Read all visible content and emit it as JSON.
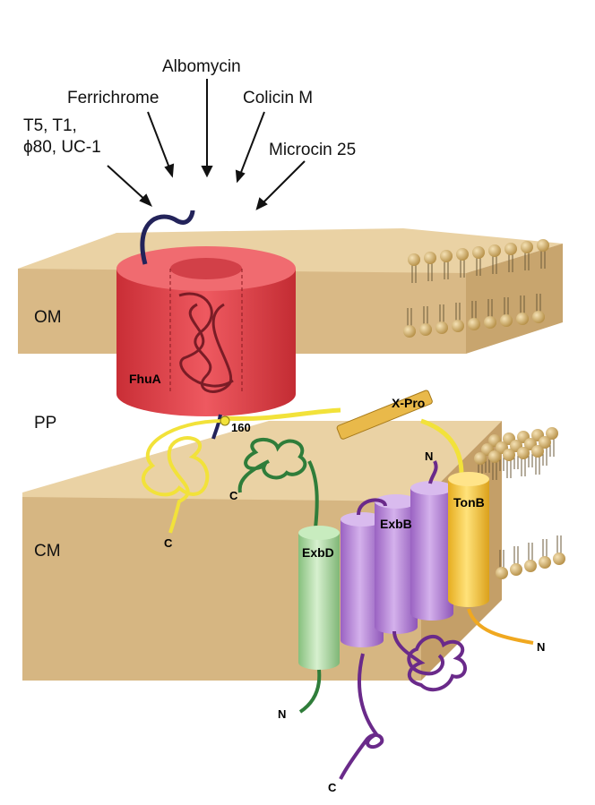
{
  "ligands": {
    "phages": [
      "T5, T1,",
      "ϕ80, UC-1"
    ],
    "ferrichrome": "Ferrichrome",
    "albomycin": "Albomycin",
    "colicin_m": "Colicin M",
    "microcin": "Microcin 25"
  },
  "regions": {
    "om": "OM",
    "pp": "PP",
    "cm": "CM"
  },
  "proteins": {
    "fhua": "FhuA",
    "xpro": "X-Pro",
    "tonb": "TonB",
    "exbb": "ExbB",
    "exbd": "ExbD"
  },
  "termini": {
    "residue_160": "160",
    "tonb_c": "C",
    "exbd_c": "C",
    "tonb_n": "N",
    "tonb_n_bottom": "N",
    "exbd_n": "N",
    "exbb_c": "C"
  },
  "colors": {
    "membrane_top": "#e8cfa0",
    "membrane_front": "#d8b783",
    "membrane_side": "#c7a36b",
    "fhua": "#e0454c",
    "tonb": "#f5c842",
    "exbb": "#b98ad6",
    "exbd": "#a8d9a0",
    "chain_yellow": "#f2e23a",
    "chain_green": "#2f7d3a",
    "chain_purple": "#6a2a8a",
    "chain_navy": "#23235a",
    "lipid": "#c9a55a"
  }
}
